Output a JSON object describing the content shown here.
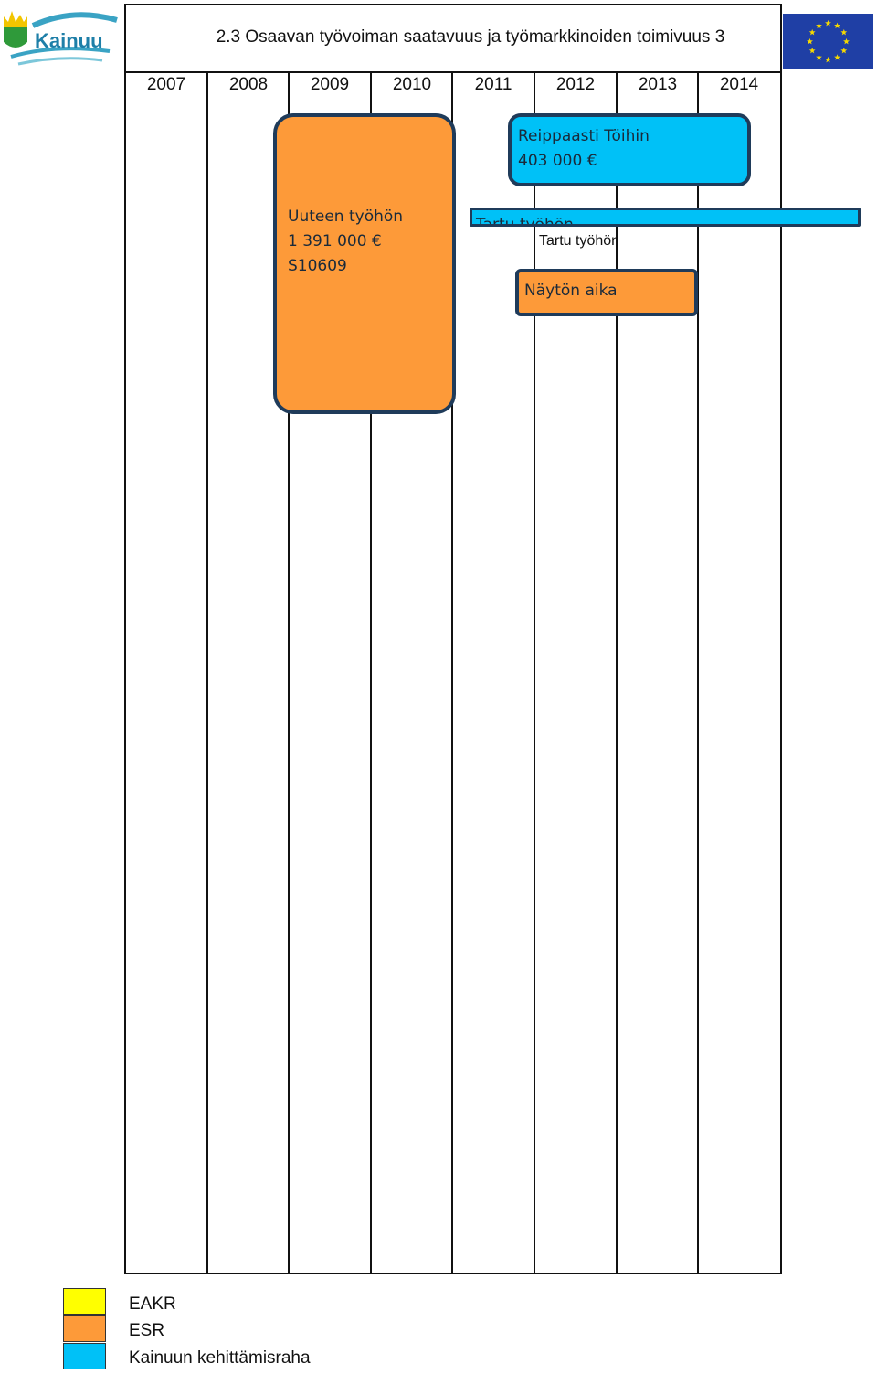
{
  "header": {
    "title": "2.3 Osaavan työvoiman saatavuus ja työmarkkinoiden toimivuus 3",
    "logo_text": "Kainuu"
  },
  "timeline": {
    "years": [
      "2007",
      "2008",
      "2009",
      "2010",
      "2011",
      "2012",
      "2013",
      "2014"
    ]
  },
  "projects": {
    "uuteen": {
      "name": "Uuteen työhön",
      "amount": "1 391 000 €",
      "code": "S10609",
      "funding": "ESR",
      "start": 2009,
      "end": 2010
    },
    "reippaasti": {
      "name": "Reippaasti Töihin",
      "amount": "403 000 €",
      "funding": "Kainuun kehittämisraha",
      "start": 2012,
      "end": 2014
    },
    "tartu": {
      "name": "Tartu työhön",
      "funding": "Kainuun kehittämisraha",
      "start": 2011,
      "end": 2014
    },
    "nayton": {
      "name": "Näytön aika",
      "funding": "ESR",
      "start": 2012,
      "end": 2013
    }
  },
  "legend": [
    {
      "label": "EAKR",
      "color": "#ffff00"
    },
    {
      "label": "ESR",
      "color": "#fd9a39"
    },
    {
      "label": "Kainuun kehittämisraha",
      "color": "#00c1f7"
    }
  ]
}
